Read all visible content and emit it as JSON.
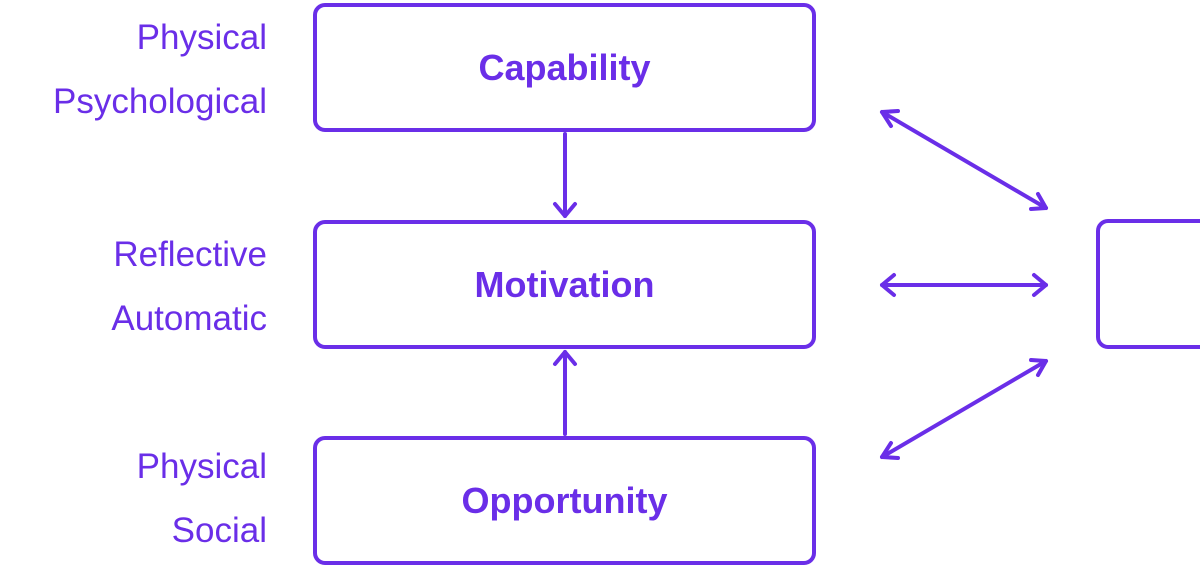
{
  "colors": {
    "accent": "#6a2ee8",
    "background": "#ffffff"
  },
  "nodes": [
    {
      "id": "capability",
      "title": "Capability",
      "sub": [
        "Physical",
        "Psychological"
      ]
    },
    {
      "id": "motivation",
      "title": "Motivation",
      "sub": [
        "Reflective",
        "Automatic"
      ]
    },
    {
      "id": "opportunity",
      "title": "Opportunity",
      "sub": [
        "Physical",
        "Social"
      ]
    }
  ],
  "behaviour_node": {
    "title": ""
  },
  "connections": [
    {
      "from": "capability",
      "to": "motivation",
      "type": "one-way"
    },
    {
      "from": "opportunity",
      "to": "motivation",
      "type": "one-way"
    },
    {
      "from": "capability",
      "to": "behaviour",
      "type": "two-way"
    },
    {
      "from": "motivation",
      "to": "behaviour",
      "type": "two-way"
    },
    {
      "from": "opportunity",
      "to": "behaviour",
      "type": "two-way"
    }
  ]
}
